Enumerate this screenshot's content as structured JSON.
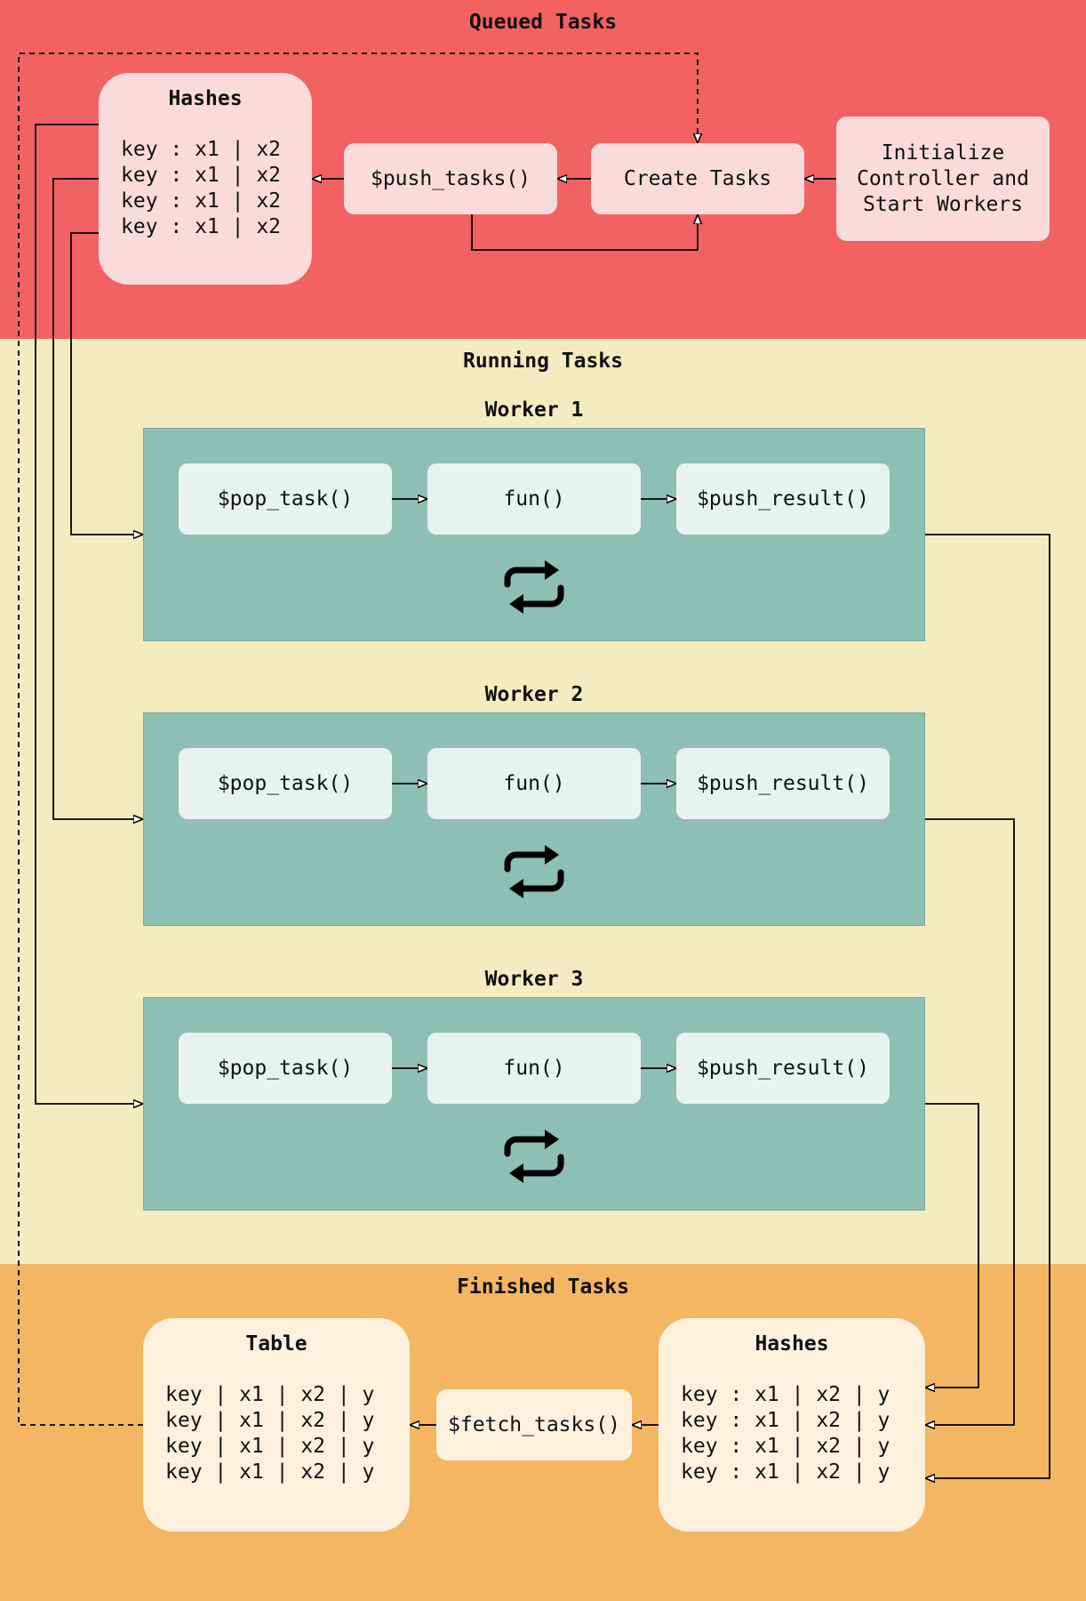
{
  "zones": {
    "queued": "Queued Tasks",
    "running": "Running Tasks",
    "finished": "Finished Tasks"
  },
  "queued": {
    "hashes": {
      "title": "Hashes",
      "rows": [
        "key : x1 | x2",
        "key : x1 | x2",
        "key : x1 | x2",
        "key : x1 | x2"
      ]
    },
    "push_tasks": "$push_tasks()",
    "create_tasks": "Create Tasks",
    "init": "Initialize\nController and\nStart Workers"
  },
  "workers": [
    {
      "title": "Worker 1",
      "pop": "$pop_task()",
      "fun": "fun()",
      "push": "$push_result()",
      "icon": "repeat-icon"
    },
    {
      "title": "Worker 2",
      "pop": "$pop_task()",
      "fun": "fun()",
      "push": "$push_result()",
      "icon": "repeat-icon"
    },
    {
      "title": "Worker 3",
      "pop": "$pop_task()",
      "fun": "fun()",
      "push": "$push_result()",
      "icon": "repeat-icon"
    }
  ],
  "finished": {
    "table": {
      "title": "Table",
      "rows": [
        "key | x1 | x2 | y",
        "key | x1 | x2 | y",
        "key | x1 | x2 | y",
        "key | x1 | x2 | y"
      ]
    },
    "fetch_tasks": "$fetch_tasks()",
    "hashes": {
      "title": "Hashes",
      "rows": [
        "key : x1 | x2 | y",
        "key : x1 | x2 | y",
        "key : x1 | x2 | y",
        "key : x1 | x2 | y"
      ]
    }
  },
  "colors": {
    "queued_bg": "#f26262",
    "running_bg": "#f3ecc1",
    "finished_bg": "#f3b663",
    "worker_bg": "#8dbfb3"
  }
}
